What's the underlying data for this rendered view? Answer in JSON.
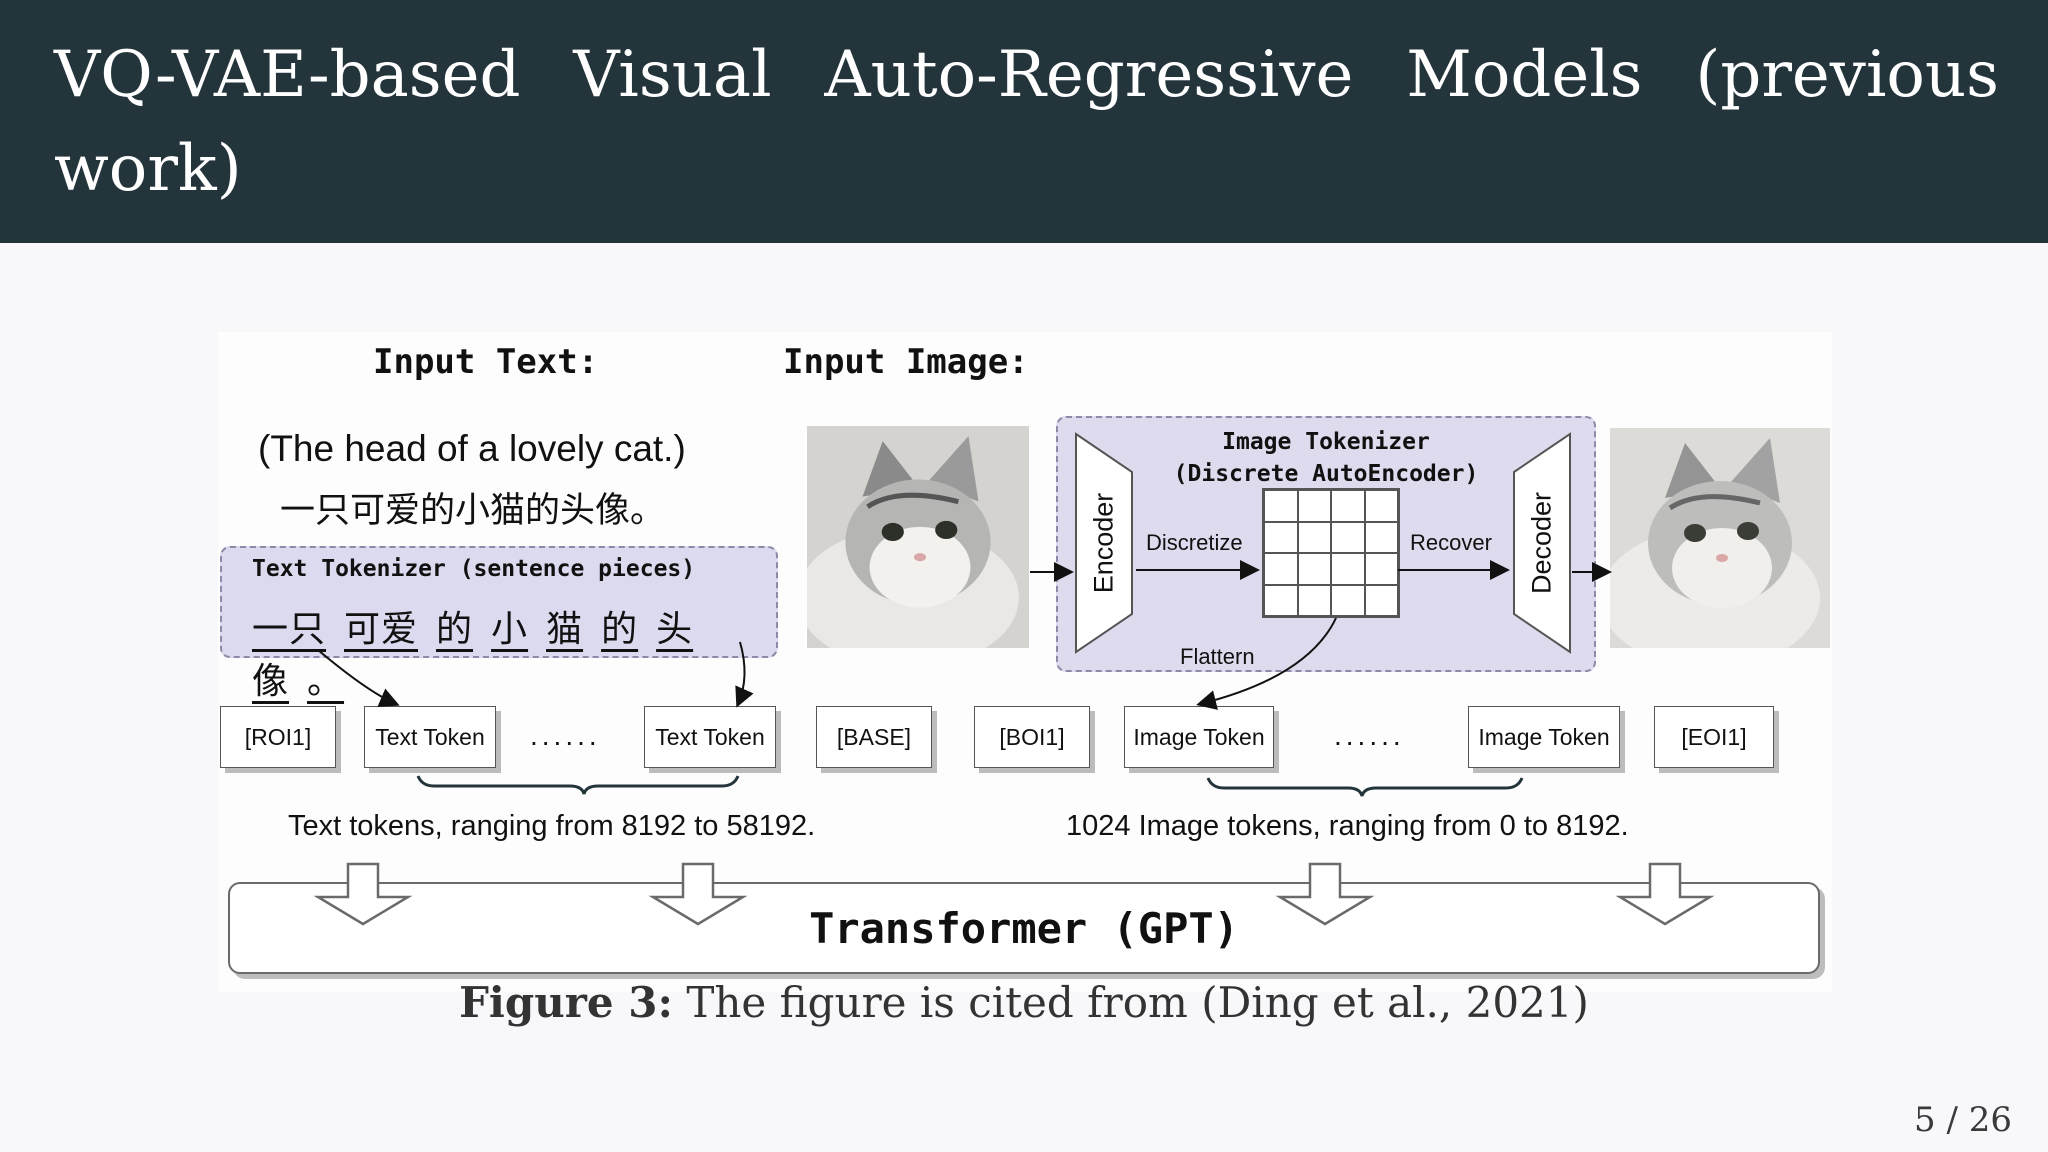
{
  "slide": {
    "title": "VQ-VAE-based Visual Auto-Regressive Models (previous work)",
    "page_number": "5 / 26"
  },
  "figure": {
    "input_text_label": "Input Text:",
    "input_image_label": "Input Image:",
    "caption_en": "(The head of a lovely cat.)",
    "caption_zh": "一只可爱的小猫的头像。",
    "text_tokenizer": {
      "title": "Text Tokenizer (sentence pieces)",
      "pieces": [
        "一只",
        "可爱",
        "的",
        "小",
        "猫",
        "的",
        "头像",
        "。"
      ]
    },
    "image_tokenizer": {
      "title_line1": "Image Tokenizer",
      "title_line2": "(Discrete AutoEncoder)",
      "encoder": "Encoder",
      "decoder": "Decoder",
      "discretize": "Discretize",
      "recover": "Recover",
      "flattern": "Flattern"
    },
    "tokens": {
      "roi": "[ROI1]",
      "text_token": "Text Token",
      "ellipsis": "......",
      "base": "[BASE]",
      "boi": "[BOI1]",
      "image_token": "Image Token",
      "eoi": "[EOI1]"
    },
    "text_range": "Text tokens, ranging from 8192 to 58192.",
    "image_range": "1024 Image tokens, ranging from 0 to 8192.",
    "transformer": "Transformer (GPT)",
    "caption_label": "Figure 3:",
    "caption_text": "The figure is cited from (Ding et al., 2021)"
  }
}
